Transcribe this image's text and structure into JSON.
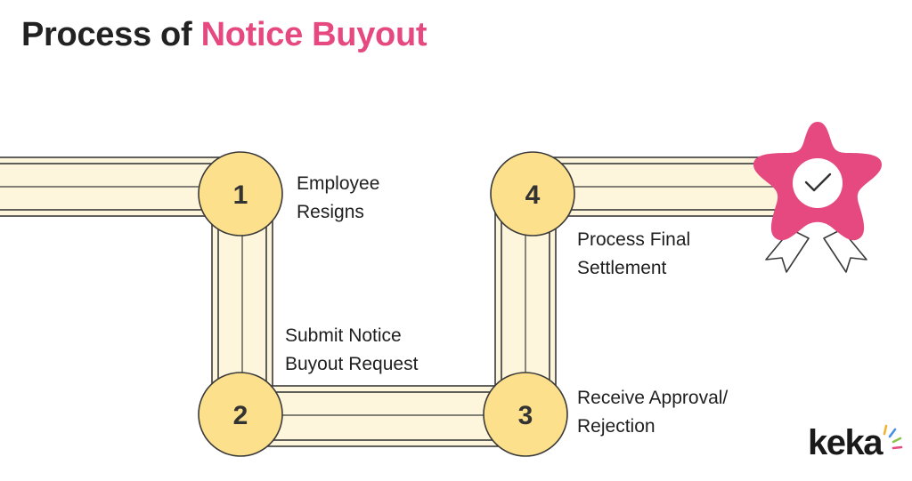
{
  "title": {
    "prefix": "Process of",
    "highlight": "Notice Buyout"
  },
  "steps": [
    {
      "number": "1",
      "line1": "Employee",
      "line2": "Resigns"
    },
    {
      "number": "2",
      "line1": "Submit Notice",
      "line2": "Buyout Request"
    },
    {
      "number": "3",
      "line1": "Receive Approval/",
      "line2": "Rejection"
    },
    {
      "number": "4",
      "line1": "Process Final",
      "line2": "Settlement"
    }
  ],
  "logo": {
    "text": "keka"
  },
  "colors": {
    "accent": "#e5497f",
    "circle_fill": "#fde08c",
    "road_fill": "#fdf6dc",
    "outline": "#3a3a3a",
    "text": "#222222"
  },
  "icons": {
    "finish": "star-badge-icon",
    "check": "check-icon"
  }
}
